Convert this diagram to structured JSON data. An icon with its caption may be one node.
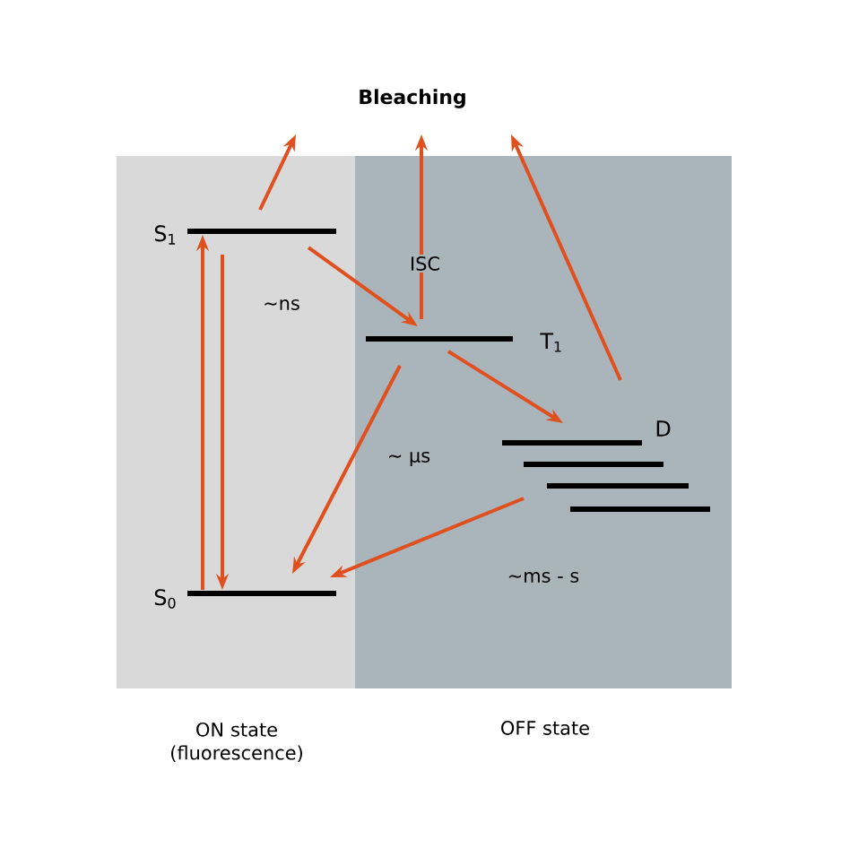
{
  "diagram": {
    "nodes": [
      {
        "text": [
          "Bleaching"
        ]
      },
      {
        "text": [],
        "shape": "bar",
        "beside": [
          "S$_{1}$"
        ]
      },
      {
        "text": [],
        "shape": "bar",
        "beside": [
          "T$_{1}$"
        ]
      },
      {
        "text": [
          "D"
        ]
      },
      {
        "text": [],
        "shape": "bar",
        "beside": [
          "S$_{0}$"
        ]
      }
    ],
    "edges": [
      {
        "from": 1,
        "to": 0,
        "arrow": "to"
      },
      {
        "from": 2,
        "to": 0,
        "arrow": "to",
        "label": "ISC"
      },
      {
        "from": 3,
        "to": 0,
        "arrow": "to"
      },
      {
        "from": 4,
        "to": 1,
        "arrow": "to"
      },
      {
        "from": 1,
        "to": 4,
        "arrow": "to"
      },
      {
        "from": 1,
        "to": 2,
        "arrow": "to"
      },
      {
        "from": 2,
        "to": 3,
        "arrow": "to"
      },
      {
        "from": 2,
        "to": 4,
        "arrow": "to"
      },
      {
        "from": 3,
        "to": 4,
        "arrow": "to"
      }
    ],
    "labels": [
      "~ns",
      "~ µs",
      "~ms - s",
      "ON state (fluorescence)",
      "OFF state"
    ]
  }
}
